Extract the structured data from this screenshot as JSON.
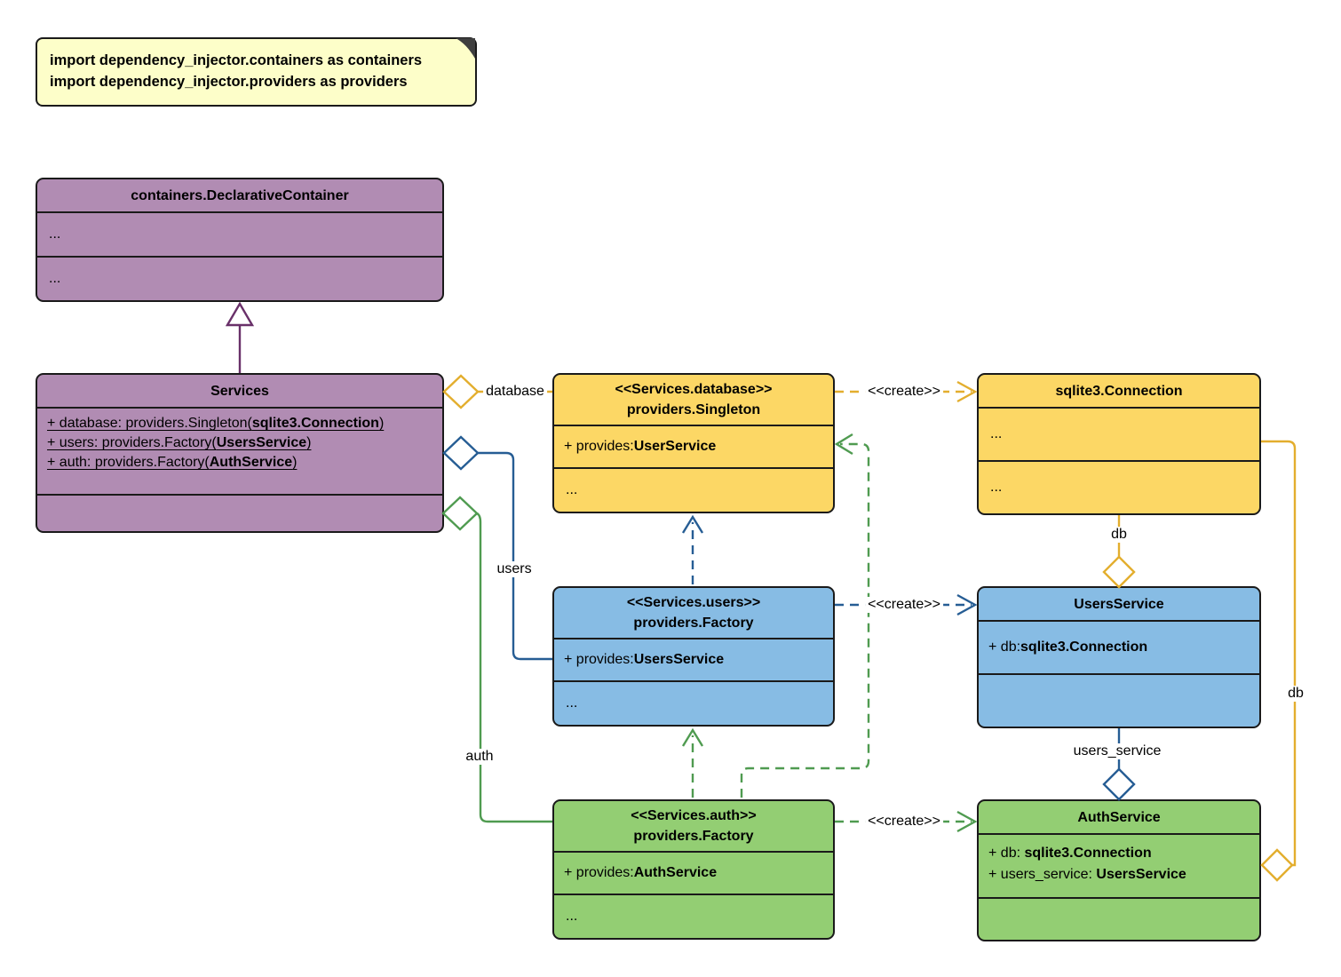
{
  "colors": {
    "note_fill": "#FDFEC9",
    "purple_fill": "#B18CB3",
    "purple_line": "#693069",
    "yellow_fill": "#FCD765",
    "yellow_line": "#E3AE2E",
    "blue_fill": "#87BCE4",
    "blue_line": "#265D94",
    "green_fill": "#93CE73",
    "green_line": "#4F9B50"
  },
  "note": {
    "lines": [
      "import dependency_injector.containers as containers",
      "import dependency_injector.providers as providers"
    ]
  },
  "classes": {
    "declarative_container": {
      "title": "containers.DeclarativeContainer",
      "section1": "...",
      "section2": "..."
    },
    "services": {
      "title": "Services",
      "attributes": [
        {
          "prefix": "+ database: providers.Singleton(",
          "bold": "sqlite3.Connection",
          "suffix": ")"
        },
        {
          "prefix": "+ users: providers.Factory(",
          "bold": "UsersService",
          "suffix": ")"
        },
        {
          "prefix": "+ auth: providers.Factory(",
          "bold": "AuthService",
          "suffix": ")"
        }
      ]
    },
    "database_provider": {
      "stereotype": "<<Services.database>>",
      "title": "providers.Singleton",
      "provides_prefix": "+ provides: ",
      "provides_bold": "UserService",
      "dots": "..."
    },
    "sqlite_connection": {
      "title": "sqlite3.Connection",
      "section1": "...",
      "section2": "..."
    },
    "users_provider": {
      "stereotype": "<<Services.users>>",
      "title": "providers.Factory",
      "provides_prefix": "+ provides: ",
      "provides_bold": "UsersService",
      "dots": "..."
    },
    "users_service": {
      "title": "UsersService",
      "attr_prefix": "+ db: ",
      "attr_bold": "sqlite3.Connection"
    },
    "auth_provider": {
      "stereotype": "<<Services.auth>>",
      "title": "providers.Factory",
      "provides_prefix": "+ provides: ",
      "provides_bold": "AuthService",
      "dots": "..."
    },
    "auth_service": {
      "title": "AuthService",
      "attributes": [
        {
          "prefix": "+ db: ",
          "bold": "sqlite3.Connection"
        },
        {
          "prefix": "+ users_service: ",
          "bold": "UsersService"
        }
      ]
    }
  },
  "edge_labels": {
    "database": "database",
    "users": "users",
    "auth": "auth",
    "create_database": "<<create>>",
    "create_users": "<<create>>",
    "create_auth": "<<create>>",
    "db_users": "db",
    "users_service": "users_service",
    "db_auth": "db"
  }
}
